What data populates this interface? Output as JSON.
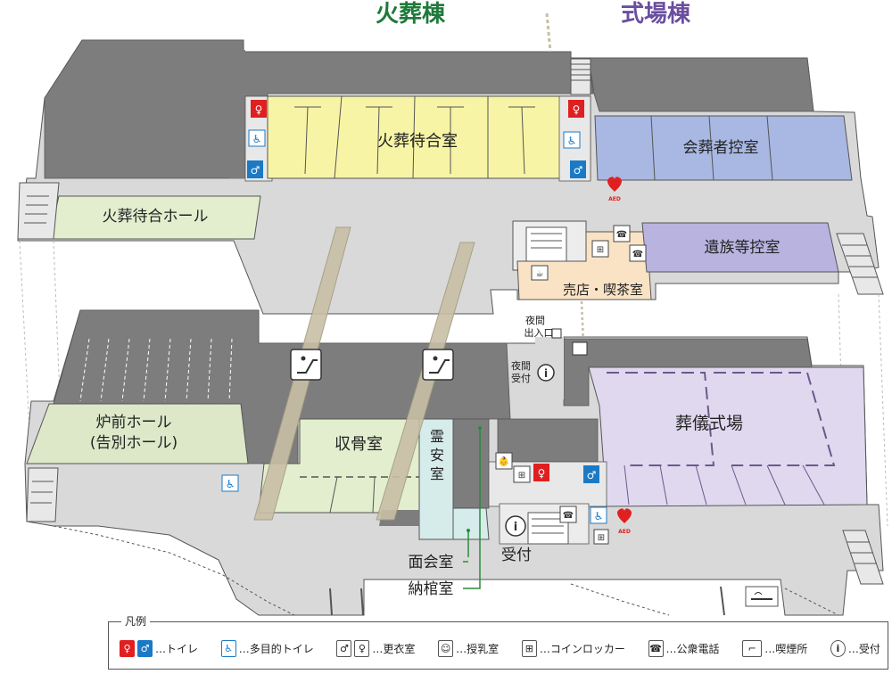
{
  "buildings": {
    "cremation": "火葬棟",
    "ceremony": "式場棟"
  },
  "rooms": {
    "cremation_waiting_room": "火葬待合室",
    "cremation_waiting_hall": "火葬待合ホール",
    "mourners_waiting_room": "会葬者控室",
    "family_waiting_room": "遺族等控室",
    "shop_cafe": "売店・喫茶室",
    "night_entrance": [
      "夜間",
      "出入口"
    ],
    "night_reception": [
      "夜間",
      "受付"
    ],
    "furnace_hall": [
      "炉前ホール",
      "(告別ホール)"
    ],
    "bone_room": "収骨室",
    "mortuary": [
      "霊",
      "安",
      "室"
    ],
    "funeral_hall": "葬儀式場",
    "meeting_room": "面会室",
    "coffin_room": "納棺室",
    "reception": "受付"
  },
  "aed": "AED",
  "legend": {
    "title": "凡例",
    "items": [
      {
        "icon": "toilet-icon",
        "label": "…トイレ"
      },
      {
        "icon": "multipurpose-toilet-icon",
        "label": "…多目的トイレ"
      },
      {
        "icon": "changing-room-icon",
        "label": "…更衣室"
      },
      {
        "icon": "nursing-room-icon",
        "label": "…授乳室"
      },
      {
        "icon": "coin-locker-icon",
        "label": "…コインロッカー"
      },
      {
        "icon": "public-phone-icon",
        "label": "…公衆電話"
      },
      {
        "icon": "smoking-area-icon",
        "label": "…喫煙所"
      },
      {
        "icon": "reception-icon",
        "label": "…受付"
      }
    ]
  },
  "colors": {
    "cremation_title": "#1e7a3a",
    "ceremony_title": "#6b4ea0",
    "wall_gray": "#7d7d7d",
    "floor_light": "#d9d9d9",
    "yellow_room": "#f7f4a6",
    "blue_room": "#a8b8e2",
    "purple_room": "#b9b3e0",
    "light_purple": "#e0d8ef",
    "light_green": "#e3eecf",
    "green_hall": "#dde8c9",
    "aqua": "#d5ecea",
    "peach": "#fae3c5",
    "escalator": "#c8bfa5",
    "toilet_red": "#e02020",
    "toilet_blue": "#1a7ac6"
  }
}
